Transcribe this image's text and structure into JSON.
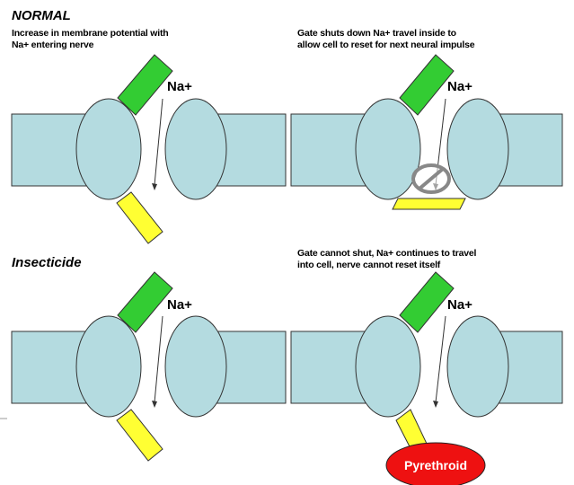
{
  "panels": {
    "normal_open": {
      "heading": "NORMAL",
      "caption_line1": "Increase in membrane potential with",
      "caption_line2": "Na+ entering nerve",
      "ion_label": "Na+"
    },
    "normal_closed": {
      "caption_line1": "Gate shuts down Na+ travel inside to",
      "caption_line2": "allow cell to reset for next neural impulse",
      "ion_label": "Na+"
    },
    "insecticide_open": {
      "heading": "Insecticide",
      "ion_label": "Na+"
    },
    "insecticide_blocked": {
      "caption_line1": "Gate cannot shut, Na+ continues to travel",
      "caption_line2": "into cell, nerve cannot reset itself",
      "ion_label": "Na+",
      "blocker_label": "Pyrethroid"
    }
  },
  "colors": {
    "membrane": "#b4dbe0",
    "channel_protein": "#b4dbe0",
    "activation_gate": "#33cc33",
    "inactivation_gate": "#ffff33",
    "blocked_symbol": "#888888",
    "pyrethroid": "#ee1111",
    "outline": "#333333"
  }
}
